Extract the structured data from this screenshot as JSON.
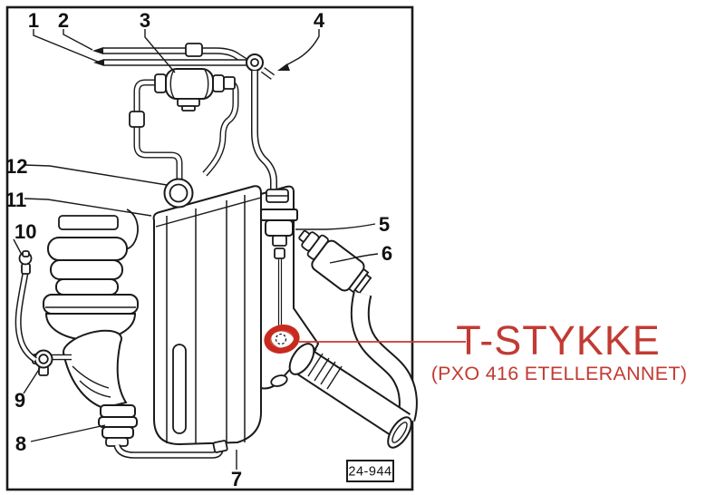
{
  "figure": {
    "background": "#ffffff",
    "line_color": "#1a1a1a",
    "stamp": "24-944",
    "callouts": [
      {
        "label": "1"
      },
      {
        "label": "2"
      },
      {
        "label": "3"
      },
      {
        "label": "4"
      },
      {
        "label": "5"
      },
      {
        "label": "6"
      },
      {
        "label": "7"
      },
      {
        "label": "8"
      },
      {
        "label": "9"
      },
      {
        "label": "10"
      },
      {
        "label": "11"
      },
      {
        "label": "12"
      }
    ],
    "annotation": {
      "title": "T-STYKKE",
      "subtitle": "(PXO 416 ETELLERANNET)",
      "color": "#c23a33",
      "marker_color": "#c92a1f"
    }
  }
}
